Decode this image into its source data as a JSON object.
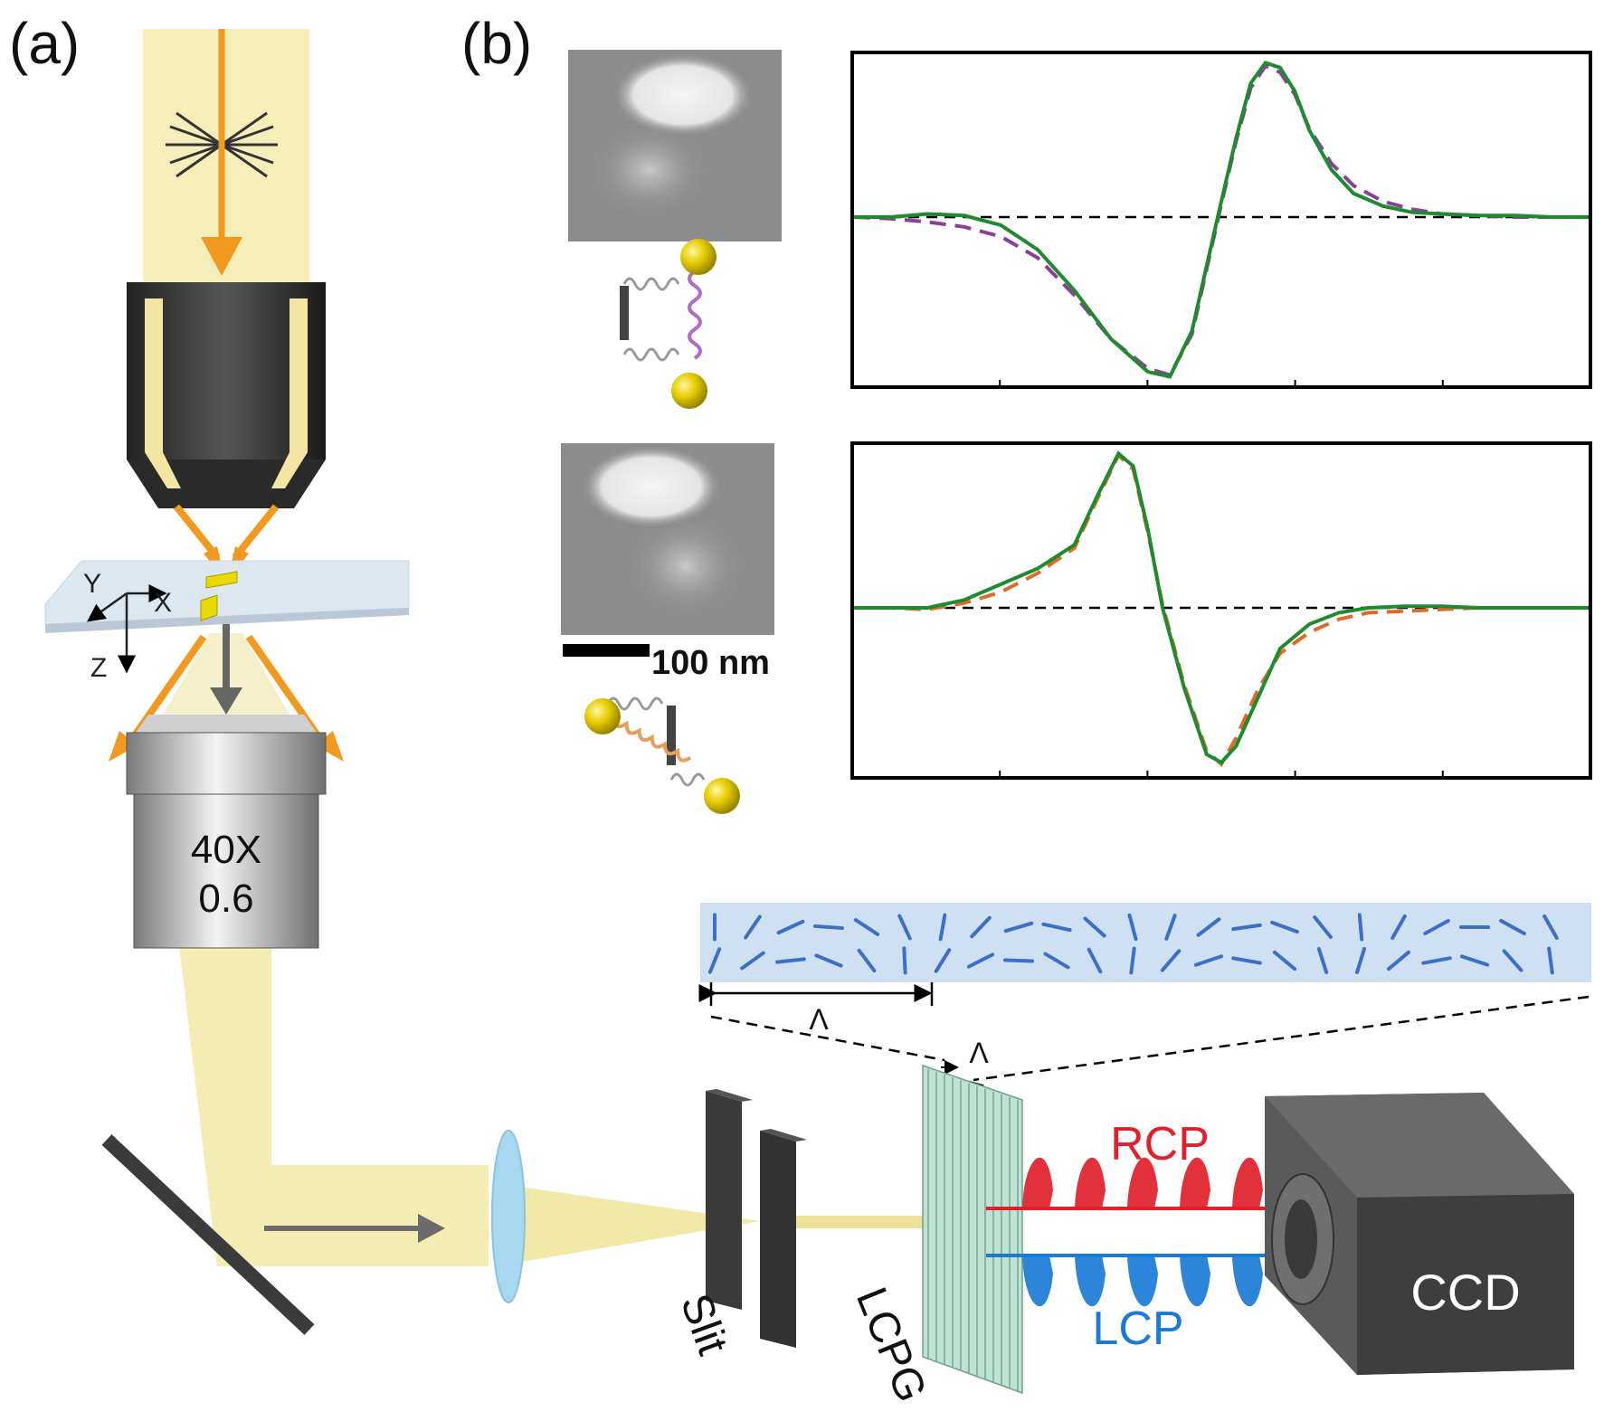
{
  "panel_labels": {
    "a": "(a)",
    "b": "(b)"
  },
  "axes_labels": {
    "x": "X",
    "y": "Y",
    "z": "Z"
  },
  "objective": {
    "magnification": "40X",
    "na": "0.6"
  },
  "scale_bar": {
    "label": "100 nm"
  },
  "grating": {
    "period_label_1": "Λ",
    "period_label_2": "Λ"
  },
  "labels": {
    "slit": "Slit",
    "lcpg": "LCPG",
    "rcp": "RCP",
    "lcp": "LCP",
    "ccd": "CCD"
  },
  "colors": {
    "beam": "#f5eeb8",
    "arrow": "#f29a1f",
    "rcp": "#e0202a",
    "lcp": "#1a7bd6",
    "fit_top": "#8b3f9a",
    "fit_bottom": "#e06a2a",
    "measured": "#1f8a2e"
  },
  "chart_data": [
    {
      "type": "line",
      "title": "",
      "xlabel": "",
      "ylabel": "",
      "x": [
        0,
        0.05,
        0.1,
        0.15,
        0.2,
        0.25,
        0.3,
        0.35,
        0.4,
        0.43,
        0.46,
        0.48,
        0.5,
        0.52,
        0.54,
        0.56,
        0.58,
        0.6,
        0.62,
        0.65,
        0.68,
        0.72,
        0.76,
        0.8,
        0.85,
        0.9,
        0.95,
        1.0
      ],
      "ylim": [
        -1,
        1
      ],
      "series": [
        {
          "style": "solid",
          "color": "green",
          "values": [
            0,
            0,
            0.02,
            0.01,
            -0.05,
            -0.2,
            -0.45,
            -0.75,
            -0.95,
            -0.98,
            -0.7,
            -0.3,
            0.1,
            0.5,
            0.85,
            0.98,
            0.95,
            0.8,
            0.55,
            0.3,
            0.15,
            0.07,
            0.03,
            0.02,
            0.01,
            0.01,
            0,
            0
          ]
        },
        {
          "style": "dashed",
          "color": "purple",
          "values": [
            0,
            -0.01,
            -0.03,
            -0.06,
            -0.12,
            -0.25,
            -0.48,
            -0.75,
            -0.93,
            -0.97,
            -0.72,
            -0.32,
            0.08,
            0.48,
            0.82,
            0.96,
            0.92,
            0.78,
            0.56,
            0.34,
            0.2,
            0.1,
            0.05,
            0.02,
            0.01,
            0,
            0,
            0
          ]
        }
      ]
    },
    {
      "type": "line",
      "title": "",
      "xlabel": "",
      "ylabel": "",
      "x": [
        0,
        0.05,
        0.1,
        0.15,
        0.2,
        0.25,
        0.3,
        0.33,
        0.36,
        0.38,
        0.4,
        0.42,
        0.45,
        0.48,
        0.5,
        0.52,
        0.55,
        0.58,
        0.62,
        0.66,
        0.7,
        0.75,
        0.8,
        0.85,
        0.9,
        0.95,
        1.0
      ],
      "ylim": [
        -1,
        1
      ],
      "series": [
        {
          "style": "solid",
          "color": "green",
          "values": [
            0,
            0,
            0,
            0.05,
            0.15,
            0.25,
            0.4,
            0.7,
            0.98,
            0.9,
            0.5,
            0.0,
            -0.5,
            -0.9,
            -0.95,
            -0.85,
            -0.55,
            -0.25,
            -0.1,
            -0.03,
            0,
            0.01,
            0.01,
            0,
            0,
            0,
            0
          ]
        },
        {
          "style": "dashed",
          "color": "orange",
          "values": [
            0,
            0,
            -0.01,
            0.03,
            0.1,
            0.22,
            0.38,
            0.68,
            0.97,
            0.88,
            0.48,
            0.02,
            -0.48,
            -0.88,
            -0.96,
            -0.8,
            -0.5,
            -0.28,
            -0.15,
            -0.07,
            -0.03,
            -0.02,
            -0.01,
            0,
            0,
            0,
            0
          ]
        }
      ]
    }
  ]
}
